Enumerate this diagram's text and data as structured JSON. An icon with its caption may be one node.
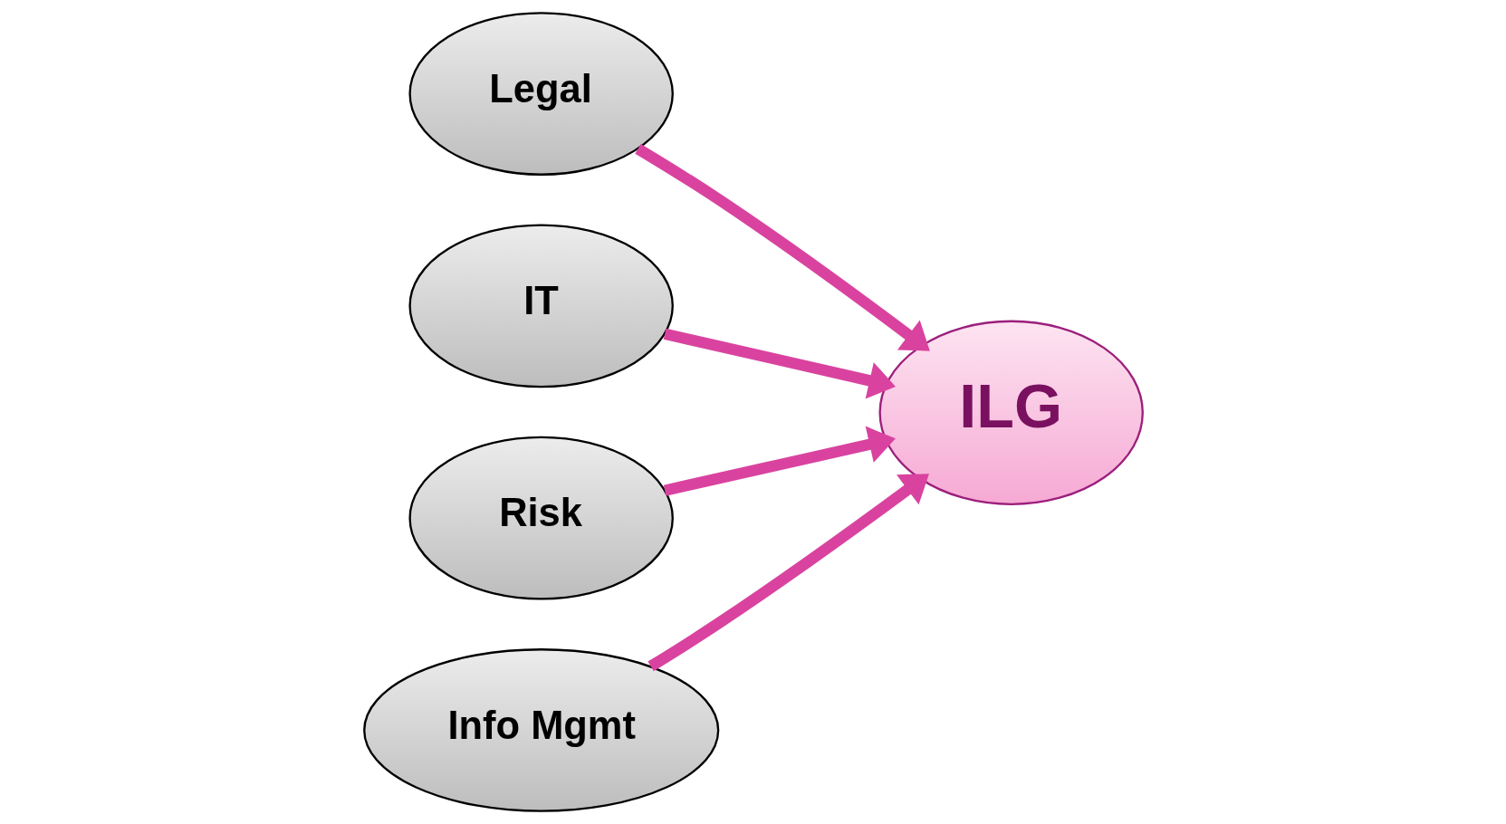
{
  "diagram": {
    "nodes": [
      {
        "text": [
          "Legal"
        ]
      },
      {
        "text": [
          "IT"
        ]
      },
      {
        "text": [
          "ILG"
        ]
      },
      {
        "text": [
          "Risk"
        ]
      },
      {
        "text": [
          "Info Mgmt"
        ]
      }
    ],
    "edges": [
      {
        "from": 0,
        "to": 2,
        "arrow": "to"
      },
      {
        "from": 1,
        "to": 2,
        "arrow": "to"
      },
      {
        "from": 3,
        "to": 2,
        "arrow": "to"
      },
      {
        "from": 4,
        "to": 2,
        "arrow": "to"
      }
    ]
  }
}
